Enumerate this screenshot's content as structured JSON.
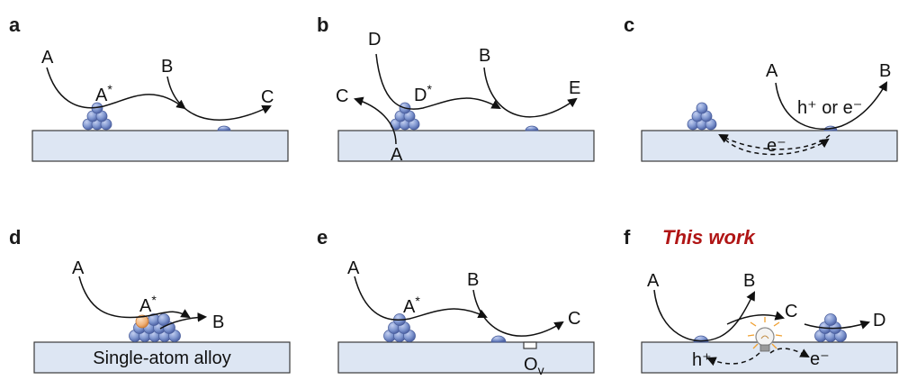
{
  "panels": {
    "a": {
      "label": "a",
      "A": "A",
      "Astar": "A",
      "B": "B",
      "C": "C"
    },
    "b": {
      "label": "b",
      "D": "D",
      "Dstar": "D",
      "B": "B",
      "C": "C",
      "E": "E",
      "A": "A"
    },
    "c": {
      "label": "c",
      "A": "A",
      "B": "B",
      "hole_or_electron": "h⁺ or e⁻",
      "electron": "e⁻"
    },
    "d": {
      "label": "d",
      "A": "A",
      "Astar": "A",
      "B": "B",
      "substrate": "Single-atom alloy"
    },
    "e": {
      "label": "e",
      "A": "A",
      "Astar": "A",
      "B": "B",
      "C": "C",
      "vacancy": "O",
      "vacancy_sub": "v"
    },
    "f": {
      "label": "f",
      "title": "This work",
      "A": "A",
      "B": "B",
      "C": "C",
      "D": "D",
      "hole": "h⁺",
      "electron": "e⁻"
    }
  },
  "star": "*",
  "colors": {
    "substrate_fill": "#dde6f3",
    "atom_fill": "#7f96cf",
    "dopant_fill": "#f0b27a",
    "title_red": "#b01515"
  },
  "icons": [
    "light-bulb-icon",
    "oxygen-vacancy-icon"
  ]
}
